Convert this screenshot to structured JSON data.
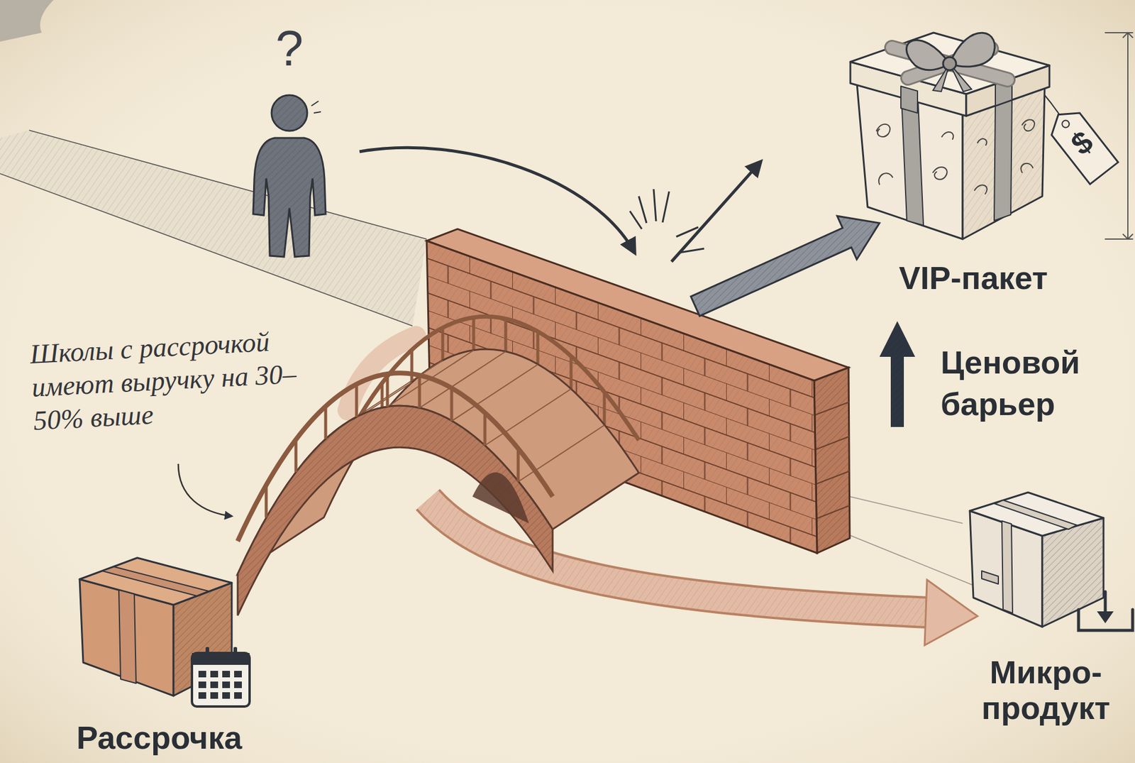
{
  "diagram": {
    "nodes": [
      {
        "text": [
          "VIP-пакет"
        ]
      },
      {
        "text": [
          "Микро-продукт"
        ]
      },
      {
        "text": [
          "Рассрочка"
        ]
      }
    ],
    "labels": [
      "?",
      "$",
      "Ценовой барьер",
      "Школы с рассрочкой имеют выручку на 30–50% выше"
    ]
  }
}
